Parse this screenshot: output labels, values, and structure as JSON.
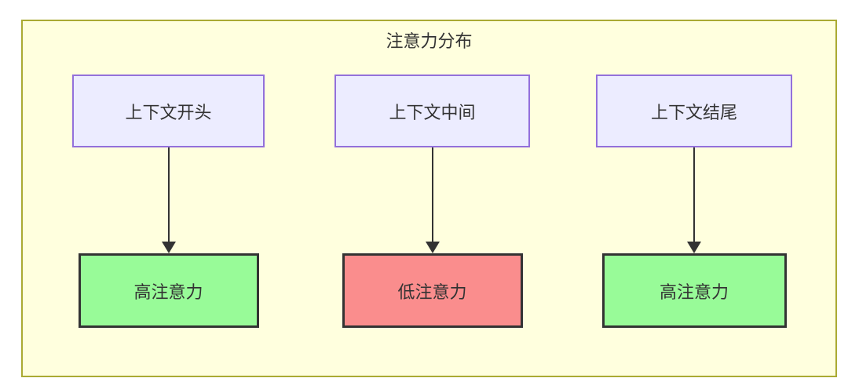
{
  "diagram": {
    "title": "注意力分布",
    "type": "flowchart",
    "colors": {
      "page_background": "#ffffff",
      "container_fill": "#ffffde",
      "container_border": "#aaaa33",
      "source_node_fill": "#ececff",
      "source_node_border": "#9370db",
      "high_attention_fill": "#98fb98",
      "low_attention_fill": "#fa8d8d",
      "target_node_border": "#333333",
      "arrow": "#333333",
      "text": "#333333"
    },
    "columns": [
      {
        "source": "上下文开头",
        "target": "高注意力",
        "attention_level": "high"
      },
      {
        "source": "上下文中间",
        "target": "低注意力",
        "attention_level": "low"
      },
      {
        "source": "上下文结尾",
        "target": "高注意力",
        "attention_level": "high"
      }
    ]
  }
}
